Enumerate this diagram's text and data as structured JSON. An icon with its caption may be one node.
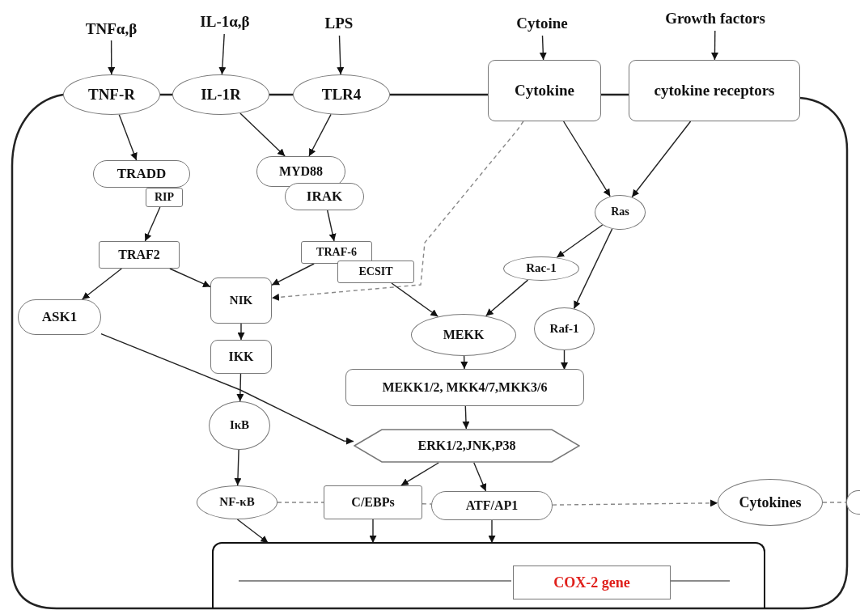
{
  "diagram": {
    "nodes": [
      {
        "text": [
          "TNFα,β"
        ]
      },
      {
        "text": [
          "IL-1α,β"
        ]
      },
      {
        "text": [
          "LPS"
        ]
      },
      {
        "text": [
          "Cytoine"
        ]
      },
      {
        "text": [
          "Growth factors"
        ]
      },
      {
        "text": [
          "TNF-R"
        ]
      },
      {
        "text": [
          "IL-1R"
        ]
      },
      {
        "text": [
          "TLR4"
        ]
      },
      {
        "text": [
          "Cytokine"
        ]
      },
      {
        "text": [
          "cytokine receptors"
        ]
      },
      {
        "text": [
          "TRADD"
        ]
      },
      {
        "text": [
          "RIP"
        ]
      },
      {
        "text": [
          "MYD88"
        ]
      },
      {
        "text": [
          "IRAK"
        ]
      },
      {
        "text": [
          "Ras"
        ]
      },
      {
        "text": [
          "TRAF2"
        ]
      },
      {
        "text": [
          "TRAF-6"
        ]
      },
      {
        "text": [
          "ECSIT"
        ]
      },
      {
        "text": [
          "Rac-1"
        ]
      },
      {
        "text": [
          "ASK1"
        ]
      },
      {
        "text": [
          "NIK"
        ]
      },
      {
        "text": [
          "MEKK"
        ]
      },
      {
        "text": [
          "Raf-1"
        ]
      },
      {
        "text": [
          "IKK"
        ]
      },
      {
        "text": [
          "MEKK1/2, MKK4/7,MKK3/6"
        ]
      },
      {
        "text": [
          "IκB"
        ]
      },
      {
        "text": [
          "ERK1/2,JNK,P38"
        ]
      },
      {
        "text": [
          "NF-κB"
        ]
      },
      {
        "text": [
          "C/EBPs"
        ]
      },
      {
        "text": [
          "ATF/AP1"
        ]
      },
      {
        "text": [
          "Cytokines"
        ]
      },
      {
        "text": [],
        "shape": "box"
      },
      {
        "text": [
          "COX-2 gene"
        ],
        "in": 31
      },
      {
        "text": [],
        "shape": "circle"
      }
    ],
    "edges": [
      {
        "from": 0,
        "to": 5,
        "arrow": "to"
      },
      {
        "from": 1,
        "to": 6,
        "arrow": "to"
      },
      {
        "from": 2,
        "to": 7,
        "arrow": "to"
      },
      {
        "from": 3,
        "to": 8,
        "arrow": "to"
      },
      {
        "from": 4,
        "to": 9,
        "arrow": "to"
      },
      {
        "from": 5,
        "to": 10,
        "arrow": "to"
      },
      {
        "from": 6,
        "to": 12,
        "arrow": "to"
      },
      {
        "from": 7,
        "to": 12,
        "arrow": "to"
      },
      {
        "from": 11,
        "to": 15,
        "arrow": "to"
      },
      {
        "from": 13,
        "to": 16,
        "arrow": "to"
      },
      {
        "from": 15,
        "to": 19,
        "arrow": "to"
      },
      {
        "from": 15,
        "to": 20,
        "arrow": "to"
      },
      {
        "from": 16,
        "to": 20,
        "arrow": "to"
      },
      {
        "from": 8,
        "to": 20,
        "arrow": "to",
        "style": "dashed",
        "color": "#888888"
      },
      {
        "from": 17,
        "to": 21,
        "arrow": "to"
      },
      {
        "from": 8,
        "to": 14,
        "arrow": "to"
      },
      {
        "from": 9,
        "to": 14,
        "arrow": "to"
      },
      {
        "from": 14,
        "to": 18,
        "arrow": "to"
      },
      {
        "from": 14,
        "to": 22,
        "arrow": "to"
      },
      {
        "from": 18,
        "to": 21,
        "arrow": "to"
      },
      {
        "from": 20,
        "to": 23,
        "arrow": "to"
      },
      {
        "from": 21,
        "to": 24,
        "arrow": "to"
      },
      {
        "from": 22,
        "to": 24,
        "arrow": "to"
      },
      {
        "from": 23,
        "to": 25,
        "arrow": "to"
      },
      {
        "from": 19,
        "to": 26,
        "arrow": "to"
      },
      {
        "from": 24,
        "to": 26,
        "arrow": "to"
      },
      {
        "from": 25,
        "to": 27,
        "arrow": "to"
      },
      {
        "from": 26,
        "to": 28,
        "arrow": "to"
      },
      {
        "from": 26,
        "to": 29,
        "arrow": "to"
      },
      {
        "from": 27,
        "to": 28,
        "arrow": "none",
        "style": "dashed",
        "color": "#888888"
      },
      {
        "from": 28,
        "to": 29,
        "arrow": "none",
        "style": "dashed",
        "color": "#888888"
      },
      {
        "from": 29,
        "to": 30,
        "arrow": "to",
        "style": "dashed",
        "color": "#888888"
      },
      {
        "from": 30,
        "to": 33,
        "arrow": "none",
        "style": "dashed",
        "color": "#888888"
      },
      {
        "from": 27,
        "to": 31,
        "arrow": "to"
      },
      {
        "from": 28,
        "to": 31,
        "arrow": "to"
      },
      {
        "from": 29,
        "to": 31,
        "arrow": "to"
      }
    ]
  }
}
